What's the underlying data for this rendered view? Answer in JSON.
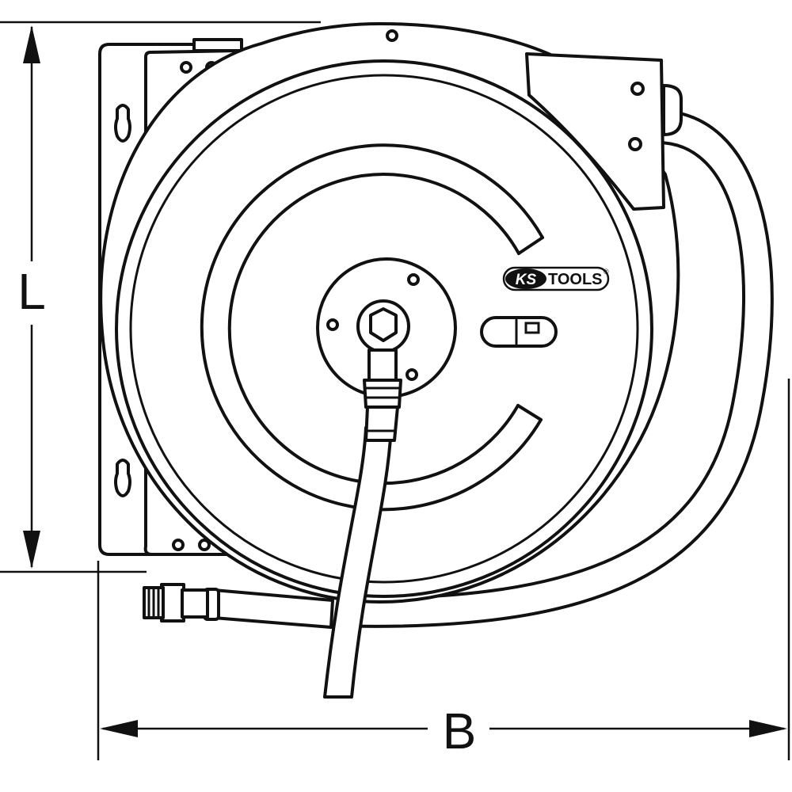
{
  "dimensions": {
    "height_label": "L",
    "width_label": "B"
  },
  "brand": {
    "ks": "KS",
    "tools": "TOOLS",
    "registered": "®"
  },
  "colors": {
    "line": "#111111",
    "background": "#ffffff"
  }
}
